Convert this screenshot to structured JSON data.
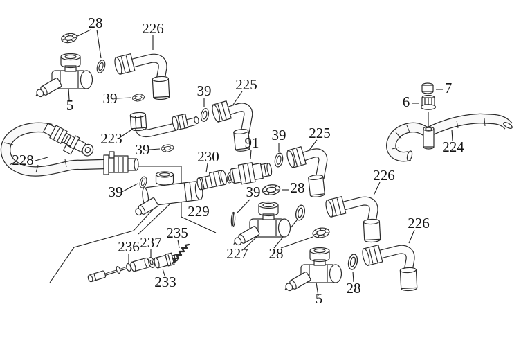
{
  "diagram": {
    "type": "exploded-parts-diagram",
    "background": "#ffffff",
    "line_color": "#2b2b2b",
    "label_color": "#141414",
    "labels": [
      {
        "text": "28"
      },
      {
        "text": "226"
      },
      {
        "text": "5"
      },
      {
        "text": "39"
      },
      {
        "text": "223"
      },
      {
        "text": "39"
      },
      {
        "text": "225"
      },
      {
        "text": "39"
      },
      {
        "text": "228"
      },
      {
        "text": "39"
      },
      {
        "text": "230"
      },
      {
        "text": "91"
      },
      {
        "text": "39"
      },
      {
        "text": "225"
      },
      {
        "text": "28"
      },
      {
        "text": "39"
      },
      {
        "text": "229"
      },
      {
        "text": "226"
      },
      {
        "text": "235"
      },
      {
        "text": "237"
      },
      {
        "text": "236"
      },
      {
        "text": "233"
      },
      {
        "text": "227"
      },
      {
        "text": "28"
      },
      {
        "text": "226"
      },
      {
        "text": "5"
      },
      {
        "text": "28"
      },
      {
        "text": "7"
      },
      {
        "text": "6"
      },
      {
        "text": "224"
      }
    ]
  }
}
